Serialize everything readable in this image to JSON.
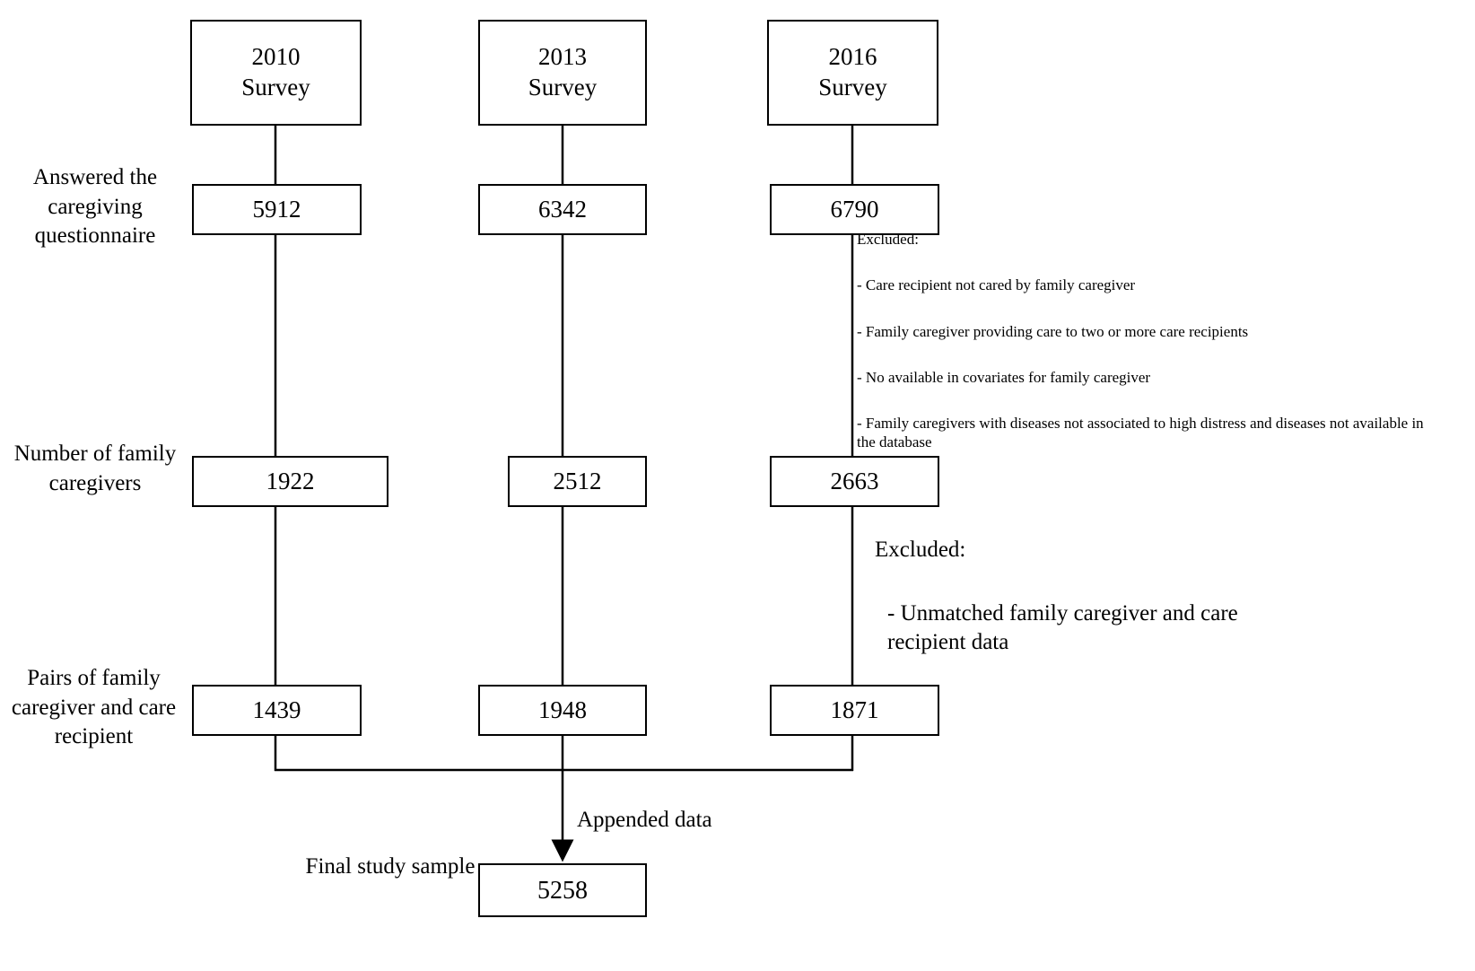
{
  "figure": {
    "type": "flowchart",
    "title": "Study sample selection flow diagram"
  },
  "stage_labels": [
    {
      "id": "stage-answered",
      "lines": [
        "Answered the",
        "caregiving",
        "questionnaire"
      ]
    },
    {
      "id": "stage-caregivers",
      "lines": [
        "Number of",
        "family",
        "caregivers"
      ]
    },
    {
      "id": "stage-pairs",
      "lines": [
        "Pairs of family",
        "caregiver and",
        "care recipient"
      ]
    },
    {
      "id": "stage-final",
      "lines": [
        "Final study",
        "sample"
      ]
    }
  ],
  "columns": [
    {
      "id": "col-2010",
      "survey_lines": [
        "2010",
        "Survey"
      ],
      "answered": "5912",
      "caregivers": "1922",
      "pairs": "1439"
    },
    {
      "id": "col-2013",
      "survey_lines": [
        "2013",
        "Survey"
      ],
      "answered": "6342",
      "caregivers": "2512",
      "pairs": "1948"
    },
    {
      "id": "col-2016",
      "survey_lines": [
        "2016",
        "Survey"
      ],
      "answered": "6790",
      "caregivers": "2663",
      "pairs": "1871"
    }
  ],
  "exclusions_1": {
    "title": "Excluded:",
    "items": [
      "- Care recipient not cared by family caregiver",
      "- Family caregiver providing care to two or more care recipients",
      "- No available in covariates for family caregiver",
      "- Family caregivers with diseases not associated to high distress and diseases not available in the database"
    ]
  },
  "exclusions_2": {
    "title": "Excluded:",
    "items": [
      "- Unmatched family caregiver and care recipient data"
    ]
  },
  "append_label": "Appended data",
  "final_sample": "5258",
  "colors": {
    "stroke": "#000000",
    "background": "#ffffff",
    "text": "#000000"
  }
}
